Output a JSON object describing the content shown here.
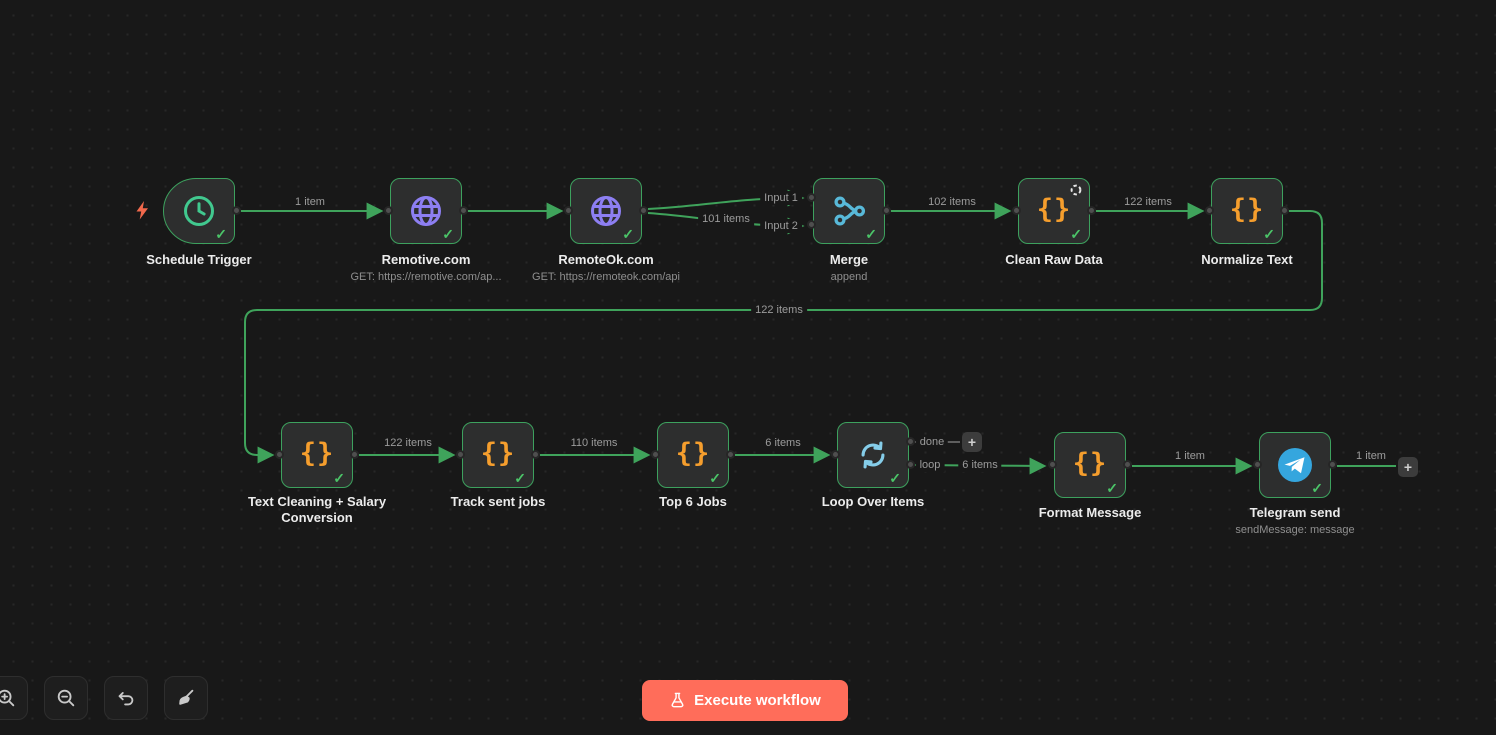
{
  "workflow": {
    "nodes": [
      {
        "id": "schedule-trigger",
        "title": "Schedule Trigger",
        "icon": "clock-icon"
      },
      {
        "id": "remotive",
        "title": "Remotive.com",
        "subtitle": "GET: https://remotive.com/ap...",
        "icon": "globe-icon"
      },
      {
        "id": "remoteok",
        "title": "RemoteOk.com",
        "subtitle": "GET: https://remoteok.com/api",
        "icon": "globe-icon"
      },
      {
        "id": "merge",
        "title": "Merge",
        "subtitle": "append",
        "icon": "merge-icon"
      },
      {
        "id": "clean-raw-data",
        "title": "Clean Raw Data",
        "icon": "code-icon"
      },
      {
        "id": "normalize-text",
        "title": "Normalize Text",
        "icon": "code-icon"
      },
      {
        "id": "text-cleaning-salary-conversion",
        "title": "Text Cleaning + Salary Conversion",
        "icon": "code-icon"
      },
      {
        "id": "track-sent-jobs",
        "title": "Track sent jobs",
        "icon": "code-icon"
      },
      {
        "id": "top-6-jobs",
        "title": "Top 6 Jobs",
        "icon": "code-icon"
      },
      {
        "id": "loop-over-items",
        "title": "Loop Over Items",
        "icon": "loop-icon"
      },
      {
        "id": "format-message",
        "title": "Format Message",
        "icon": "code-icon"
      },
      {
        "id": "telegram-send",
        "title": "Telegram send",
        "subtitle": "sendMessage: message",
        "icon": "telegram-icon"
      }
    ],
    "edge_labels": {
      "schedule_to_remotive": "1 item",
      "input1": "Input 1",
      "remoteok_items": "101 items",
      "input2": "Input 2",
      "merge_to_clean": "102 items",
      "clean_to_normalize": "122 items",
      "normalize_to_textcleaning": "122 items",
      "textcleaning_to_track": "122 items",
      "track_to_top6": "110 items",
      "top6_to_loop": "6 items",
      "done_branch": "done",
      "loop_branch": "loop",
      "loop_to_format": "6 items",
      "format_to_telegram": "1 item",
      "telegram_out": "1 item"
    }
  },
  "glyphs": {
    "check": "✓",
    "code": "{}",
    "plus": "+"
  },
  "toolbar": {
    "icons": [
      "zoom-in-icon",
      "zoom-out-icon",
      "undo-icon",
      "tidy-up-icon"
    ],
    "execute_label": "Execute workflow"
  },
  "colors": {
    "success_green": "#3da15e",
    "check_green": "#4bc468",
    "code_orange": "#f59e2d",
    "globe_purple": "#8d7ff2",
    "merge_cyan": "#58b9d9",
    "loop_blue": "#85cde9",
    "telegram_blue": "#35a6de",
    "execute_orange": "#ff6d5a",
    "bolt_orange": "#f2694c"
  }
}
